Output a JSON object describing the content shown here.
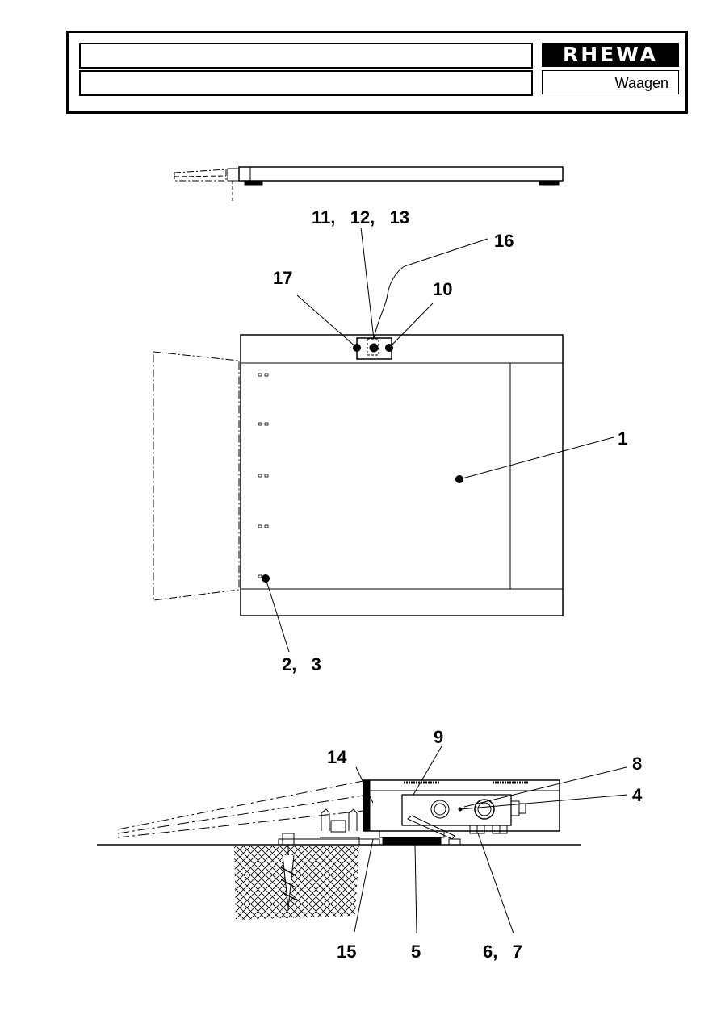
{
  "header": {
    "title_line_1": "",
    "title_line_2": "",
    "brand": "RHEWA",
    "brand_sub": "Waagen"
  },
  "callouts": {
    "c11_12_13": "11,   12,   13",
    "c16": "16",
    "c17": "17",
    "c10": "10",
    "c1": "1",
    "c2_3": "2,   3",
    "c9": "9",
    "c14": "14",
    "c8": "8",
    "c4": "4",
    "c15": "15",
    "c5": "5",
    "c6_7": "6,   7"
  },
  "colors": {
    "line": "#000000",
    "hatch": "#000000",
    "background": "#ffffff"
  }
}
